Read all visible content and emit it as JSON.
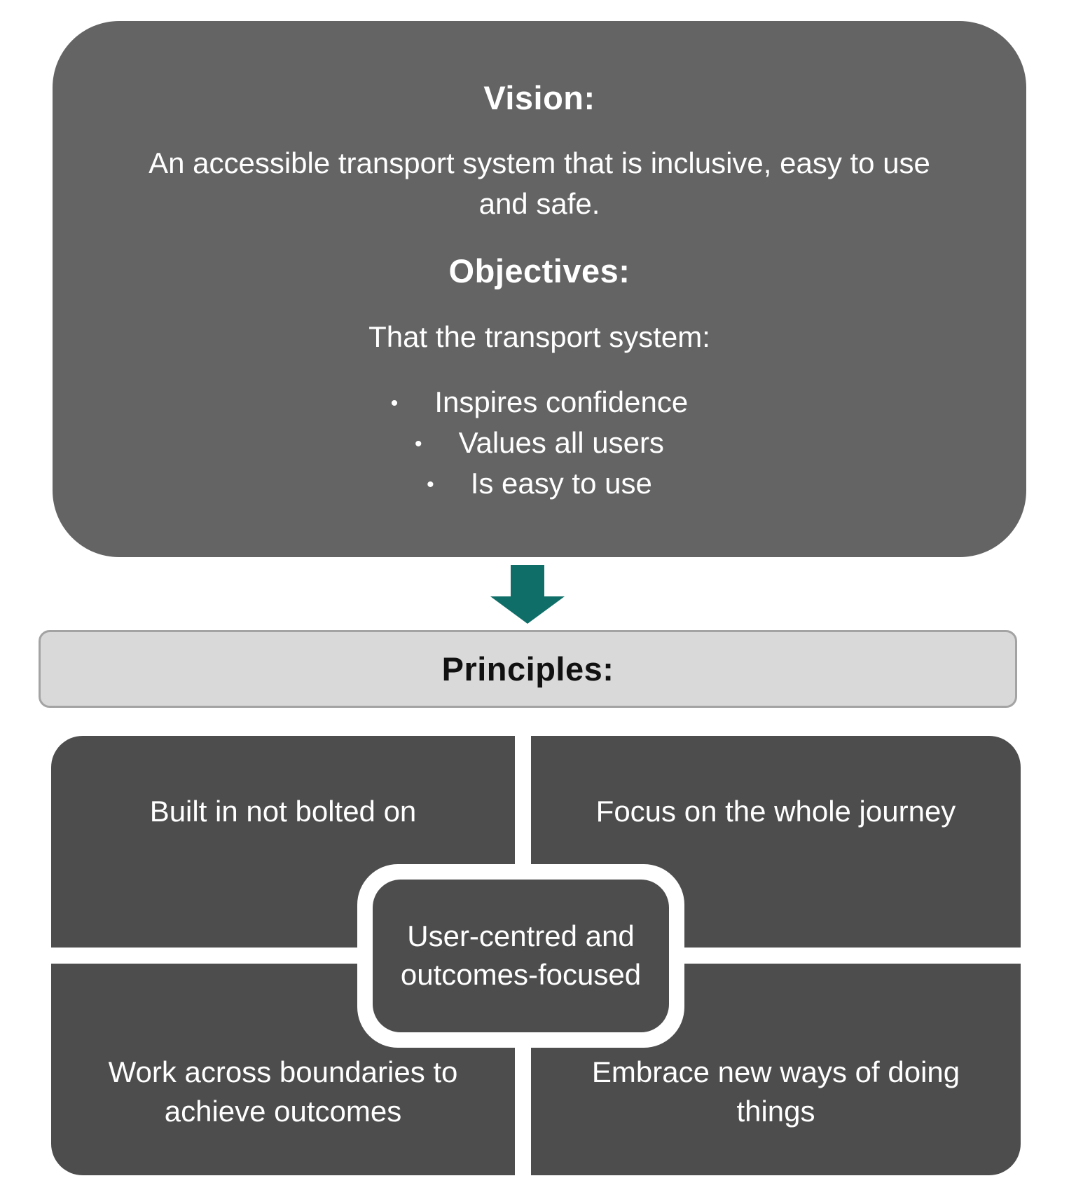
{
  "vision": {
    "heading": "Vision:",
    "text": "An accessible transport system that is inclusive, easy to use and safe."
  },
  "objectives": {
    "heading": "Objectives:",
    "intro": "That the transport system:",
    "bullets": [
      "Inspires confidence",
      "Values all users",
      "Is easy to use"
    ]
  },
  "principles": {
    "heading": "Principles:",
    "items": [
      "Built in not bolted on",
      "Focus on the whole journey",
      "Work across boundaries to achieve outcomes",
      "Embrace new ways of doing things"
    ],
    "center": "User-centred and outcomes-focused"
  },
  "icons": {
    "down_arrow": "down-block-arrow",
    "bullet": "•"
  },
  "colors": {
    "top_box": "#646464",
    "principle_box": "#4d4d4d",
    "bar_fill": "#d9d9d9",
    "bar_border": "#a3a3a3",
    "arrow": "#0f6f68",
    "text_light": "#ffffff",
    "text_dark": "#111111"
  }
}
